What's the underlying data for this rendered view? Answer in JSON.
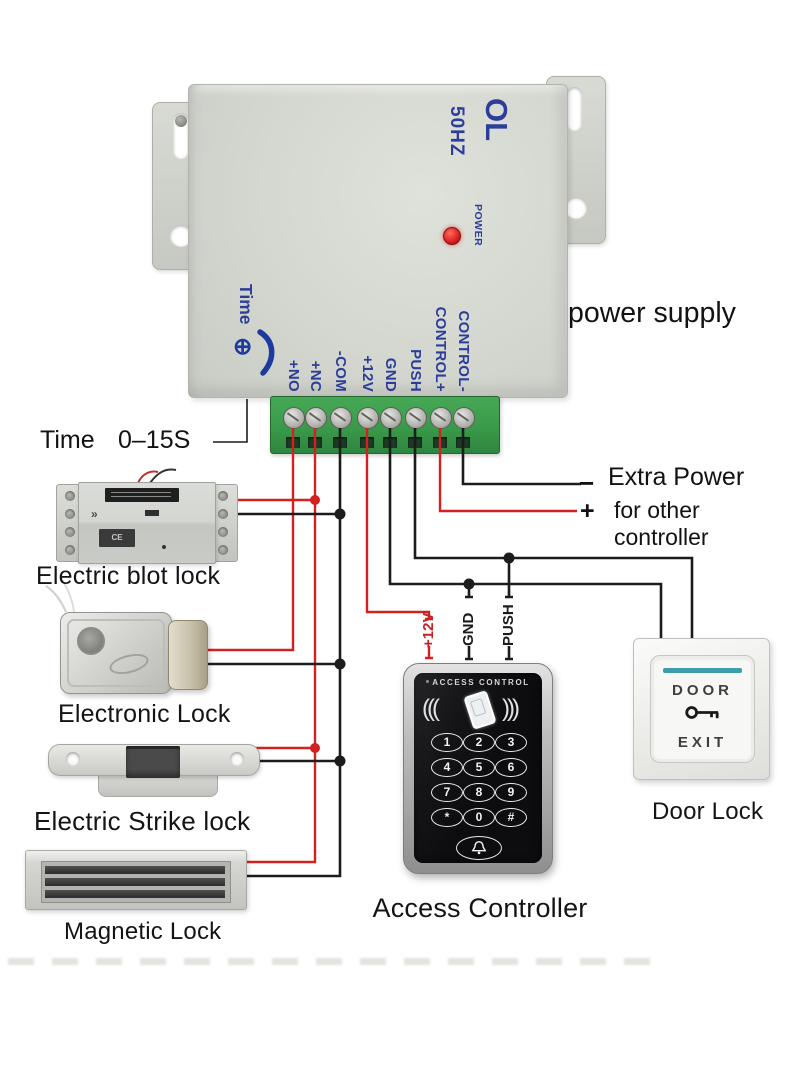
{
  "power_supply": {
    "label": "power supply",
    "case_text_top": "OL",
    "case_text_freq": "50HZ",
    "led_label": "POWER",
    "timer_label": "Time",
    "terminals": [
      "+NO",
      "+NC",
      "-COM",
      "+12V",
      "GND",
      "PUSH",
      "CONTROL+",
      "CONTROL-"
    ]
  },
  "timer_note": {
    "label": "Time",
    "value": "0–15S"
  },
  "extra_power": {
    "minus_sign": "−",
    "plus_sign": "+",
    "line1": "Extra Power",
    "line2": "for other controller"
  },
  "wire_labels": {
    "plus12v": "+12V",
    "gnd": "GND",
    "push": "PUSH"
  },
  "devices": {
    "electric_bolt_lock": {
      "label": "Electric blot lock",
      "ce_mark": "CE"
    },
    "electronic_lock": {
      "label": "Electronic Lock"
    },
    "electric_strike_lock": {
      "label": "Electric Strike lock"
    },
    "magnetic_lock": {
      "label": "Magnetic Lock"
    },
    "access_controller": {
      "label": "Access Controller",
      "panel_title": "ACCESS CONTROL",
      "keys": [
        "1",
        "2",
        "3",
        "4",
        "5",
        "6",
        "7",
        "8",
        "9",
        "*",
        "0",
        "#"
      ]
    },
    "door_exit_button": {
      "label": "Door Lock",
      "word_top": "DOOR",
      "word_bottom": "EXIT"
    }
  },
  "colors": {
    "wire_red": "#d42020",
    "wire_black": "#1c1c1c",
    "panel_text_blue": "#2c3e9a",
    "terminal_green": "#3a9a4a",
    "led_red": "#d81f1f",
    "door_accent_teal": "#3e9dac"
  }
}
